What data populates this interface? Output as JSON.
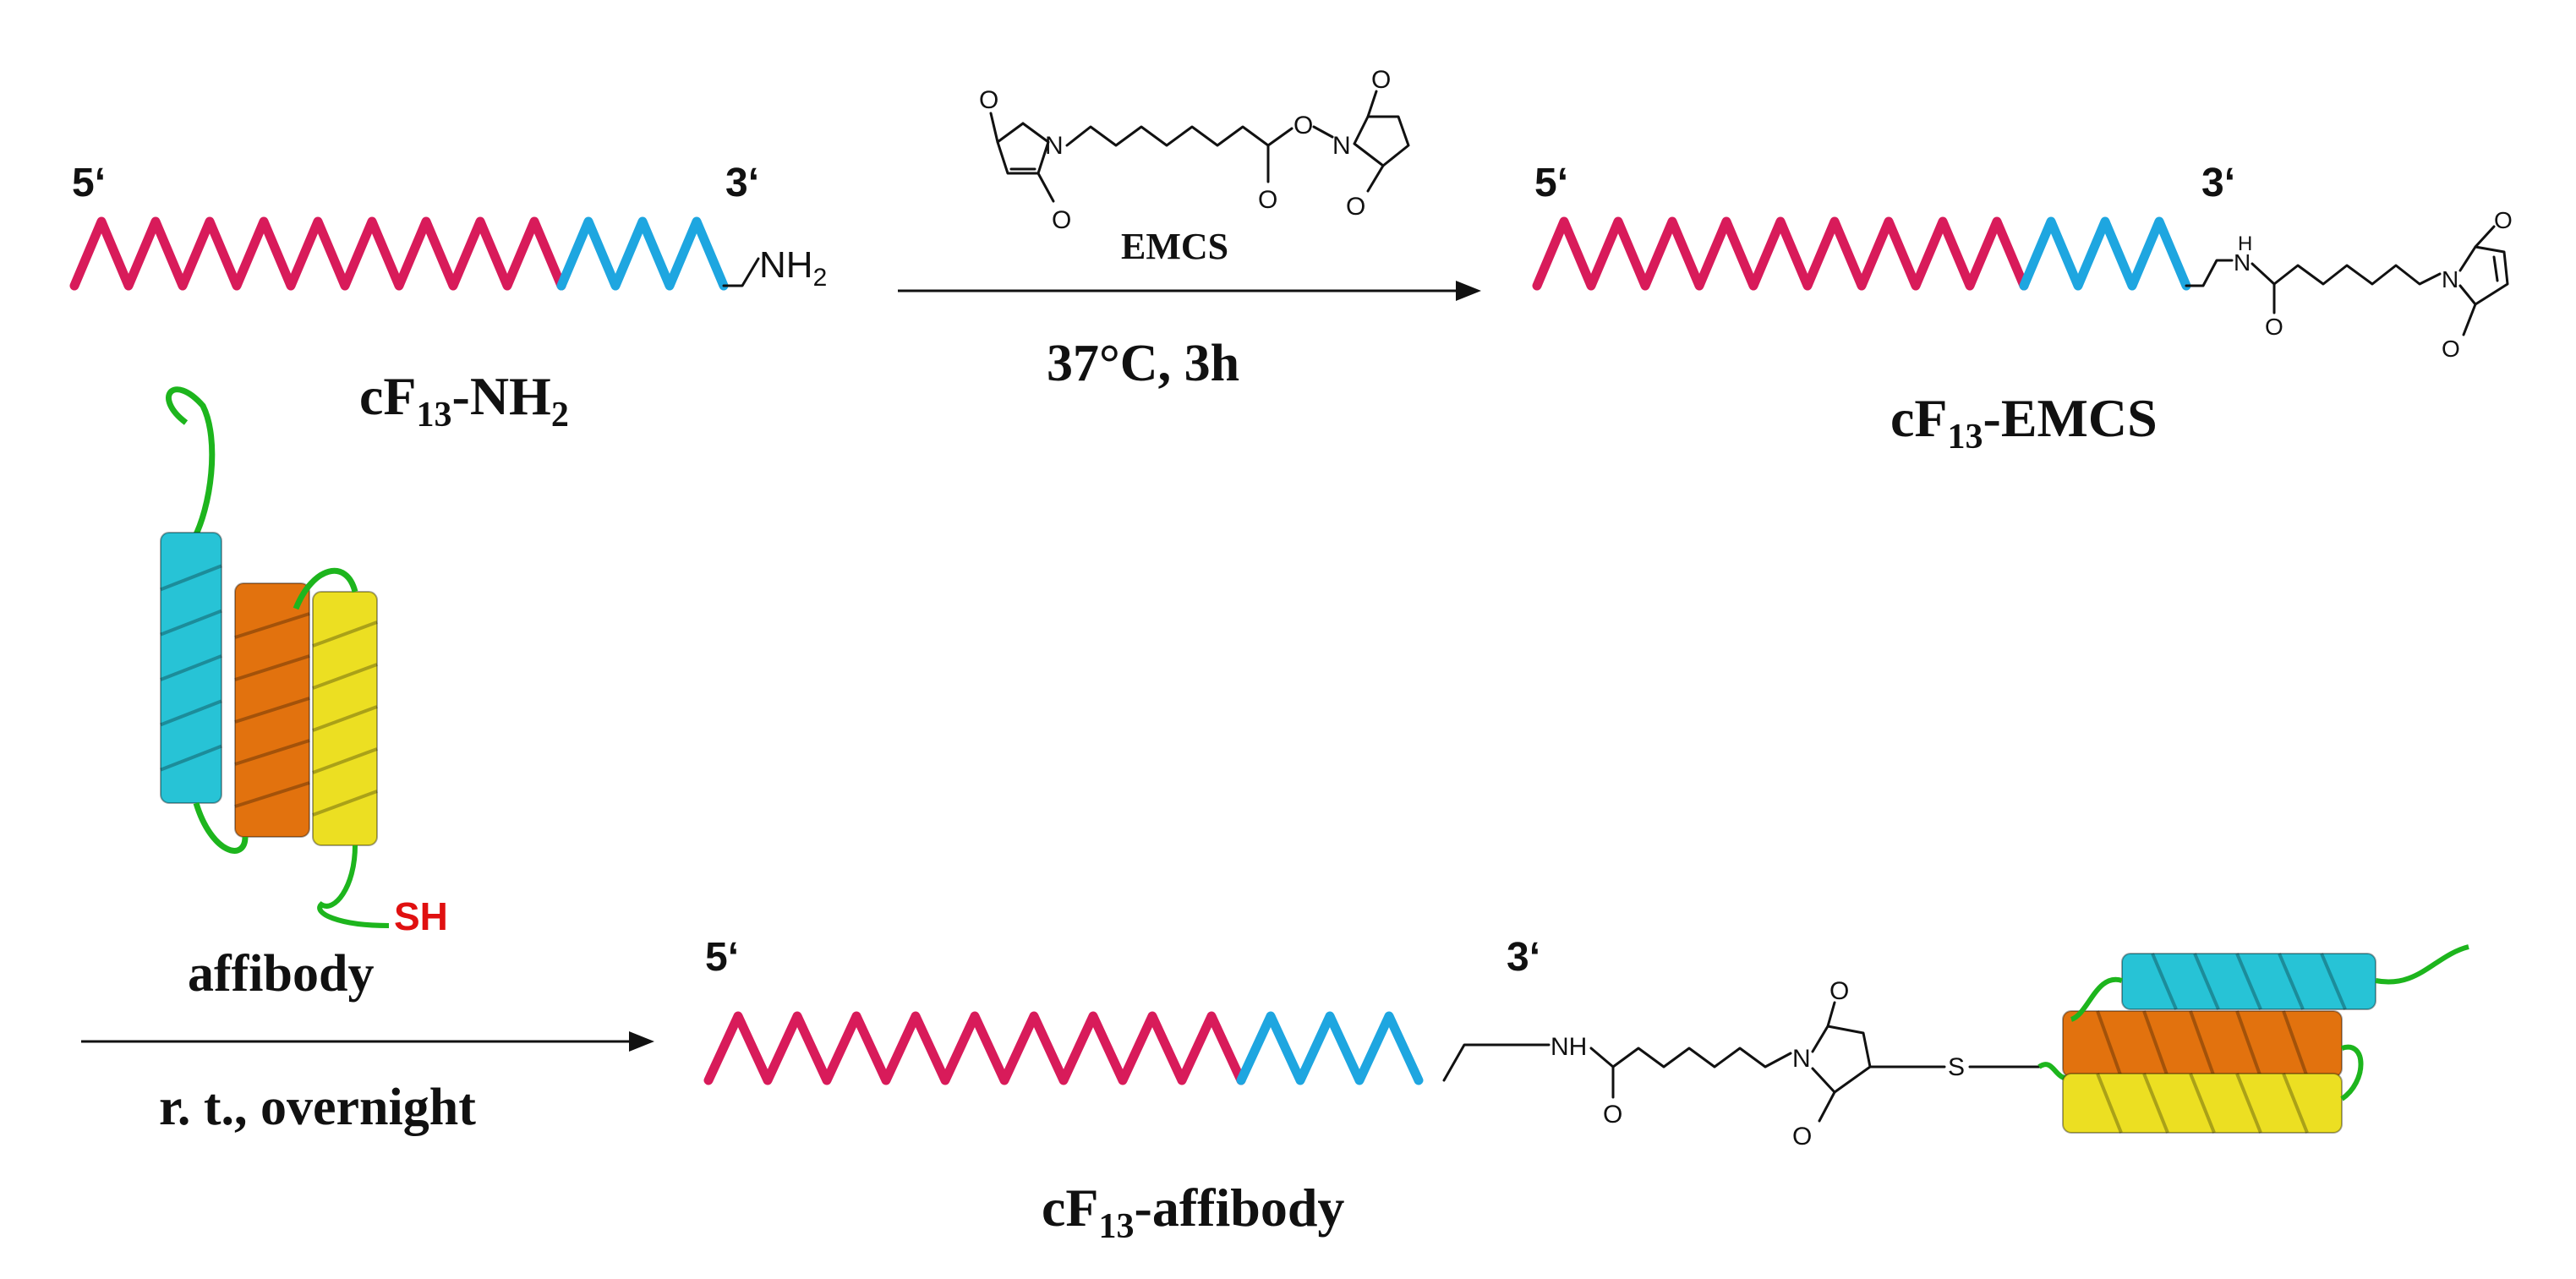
{
  "labels": {
    "five_prime": "5‘",
    "three_prime": "3‘",
    "nh2_group": "NH",
    "nh2_sub": "2",
    "cf13_nh2": {
      "a": "cF",
      "sub": "13",
      "b": "-NH",
      "sub2": "2"
    },
    "cf13_emcs": {
      "a": "cF",
      "sub": "13",
      "b": "-EMCS"
    },
    "cf13_affibody": {
      "a": "cF",
      "sub": "13",
      "b": "-affibody"
    },
    "affibody": "affibody",
    "sh": "SH"
  },
  "reagent": {
    "name": "EMCS",
    "conditions": "37°C, 3h"
  },
  "step2": {
    "conditions": "r. t., overnight"
  },
  "atoms": {
    "O": "O",
    "N": "N",
    "H": "H",
    "NH": "NH",
    "S": "S"
  },
  "colors": {
    "strand_main": "#d81b5a",
    "strand_tail": "#1ea6e0",
    "helix_cyan": "#27c3d6",
    "helix_orange": "#e2720e",
    "helix_yellow": "#ecdf22",
    "loop_green": "#1db51d",
    "sh_red": "#e01010"
  }
}
